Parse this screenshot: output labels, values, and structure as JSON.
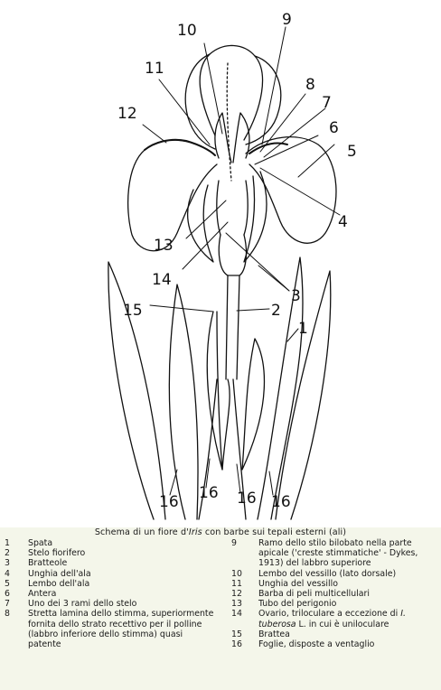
{
  "callouts": [
    "10",
    "9",
    "11",
    "8",
    "7",
    "12",
    "6",
    "5",
    "13",
    "4",
    "14",
    "3",
    "15",
    "2",
    "1",
    "16",
    "16",
    "16",
    "16"
  ],
  "caption": {
    "prefix": "Schema di un fiore d'",
    "italic": "Iris",
    "suffix": " con barbe sui tepali esterni (ali)"
  },
  "legend_left": [
    {
      "n": "1",
      "t": "Spata"
    },
    {
      "n": "2",
      "t": "Stelo fiorifero"
    },
    {
      "n": "3",
      "t": "Bratteole"
    },
    {
      "n": "4",
      "t": "Unghia dell'ala"
    },
    {
      "n": "5",
      "t": "Lembo dell'ala"
    },
    {
      "n": "6",
      "t": "Antera"
    },
    {
      "n": "7",
      "t": "Uno dei 3 rami dello stelo"
    },
    {
      "n": "8",
      "t": "Stretta lamina dello stimma, superiormente fornita dello strato recettivo per il polline (labbro inferiore dello stimma) quasi patente"
    }
  ],
  "legend_right": [
    {
      "n": "9",
      "t": "Ramo dello stilo bilobato nella parte apicale ('creste stimmatiche' - Dykes, 1913) del labbro superiore"
    },
    {
      "n": "10",
      "t": "Lembo del vessillo (lato dorsale)"
    },
    {
      "n": "11",
      "t": "Unghia del vessillo"
    },
    {
      "n": "12",
      "t": "Barba di peli multicellulari"
    },
    {
      "n": "13",
      "t": "Tubo del perigonio"
    },
    {
      "n": "14",
      "t_pre": "Ovario, triloculare a eccezione di ",
      "t_it": "I. tuberosa",
      "t_post": " L. in cui è uniloculare"
    },
    {
      "n": "15",
      "t": "Brattea"
    },
    {
      "n": "16",
      "t": "Foglie, disposte a ventaglio"
    }
  ]
}
